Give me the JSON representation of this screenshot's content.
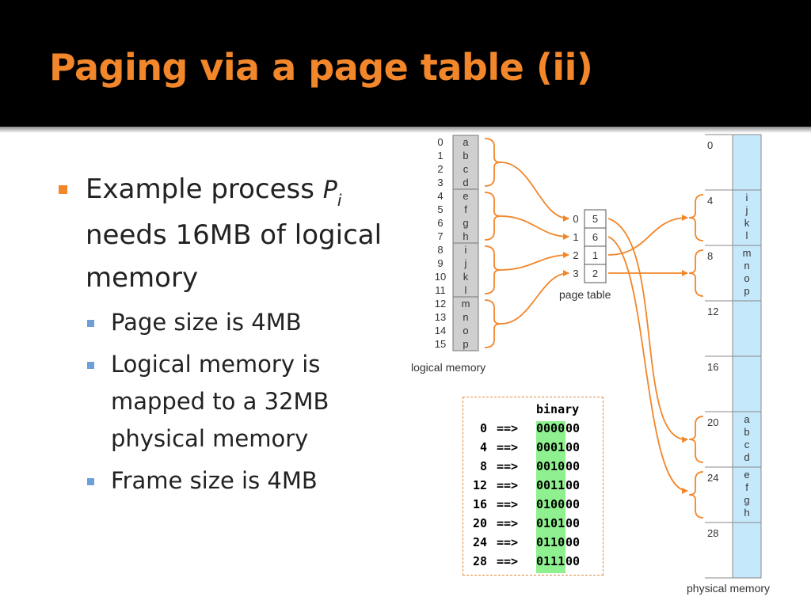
{
  "title": "Paging via a page table (ii)",
  "bullets": {
    "main_pre": "Example process ",
    "main_p": "P",
    "main_i": "i",
    "main_post": "needs 16MB of logical memory",
    "sub1": "Page size is 4MB",
    "sub2": "Logical memory is mapped to a 32MB physical memory",
    "sub3": "Frame size is 4MB"
  },
  "logical_memory": {
    "label": "logical memory",
    "numbers": [
      "0",
      "1",
      "2",
      "3",
      "4",
      "5",
      "6",
      "7",
      "8",
      "9",
      "10",
      "11",
      "12",
      "13",
      "14",
      "15"
    ],
    "letters": [
      "a",
      "b",
      "c",
      "d",
      "e",
      "f",
      "g",
      "h",
      "i",
      "j",
      "k",
      "l",
      "m",
      "n",
      "o",
      "p"
    ]
  },
  "page_table": {
    "label": "page table",
    "indices": [
      "0",
      "1",
      "2",
      "3"
    ],
    "frames": [
      "5",
      "6",
      "1",
      "2"
    ]
  },
  "physical_memory": {
    "label": "physical memory",
    "addresses": [
      "0",
      "4",
      "8",
      "12",
      "16",
      "20",
      "24",
      "28"
    ],
    "frames": [
      [],
      [
        "i",
        "j",
        "k",
        "l"
      ],
      [
        "m",
        "n",
        "o",
        "p"
      ],
      [],
      [],
      [
        "a",
        "b",
        "c",
        "d"
      ],
      [
        "e",
        "f",
        "g",
        "h"
      ],
      []
    ],
    "fill_color": "#c6e8fb"
  },
  "binary_table": {
    "header": "binary",
    "rows": [
      {
        "addr": " 0",
        "arrow": "==>",
        "hi": "0000",
        "lo": "00"
      },
      {
        "addr": " 4",
        "arrow": "==>",
        "hi": "0001",
        "lo": "00"
      },
      {
        "addr": " 8",
        "arrow": "==>",
        "hi": "0010",
        "lo": "00"
      },
      {
        "addr": "12",
        "arrow": "==>",
        "hi": "0011",
        "lo": "00"
      },
      {
        "addr": "16",
        "arrow": "==>",
        "hi": "0100",
        "lo": "00"
      },
      {
        "addr": "20",
        "arrow": "==>",
        "hi": "0101",
        "lo": "00"
      },
      {
        "addr": "24",
        "arrow": "==>",
        "hi": "0110",
        "lo": "00"
      },
      {
        "addr": "28",
        "arrow": "==>",
        "hi": "0111",
        "lo": "00"
      }
    ],
    "highlight_color": "#8ff08f"
  },
  "colors": {
    "accent": "#f2862a",
    "sub_bullet": "#6f9fd8",
    "logical_fill": "#cfcfcf"
  }
}
